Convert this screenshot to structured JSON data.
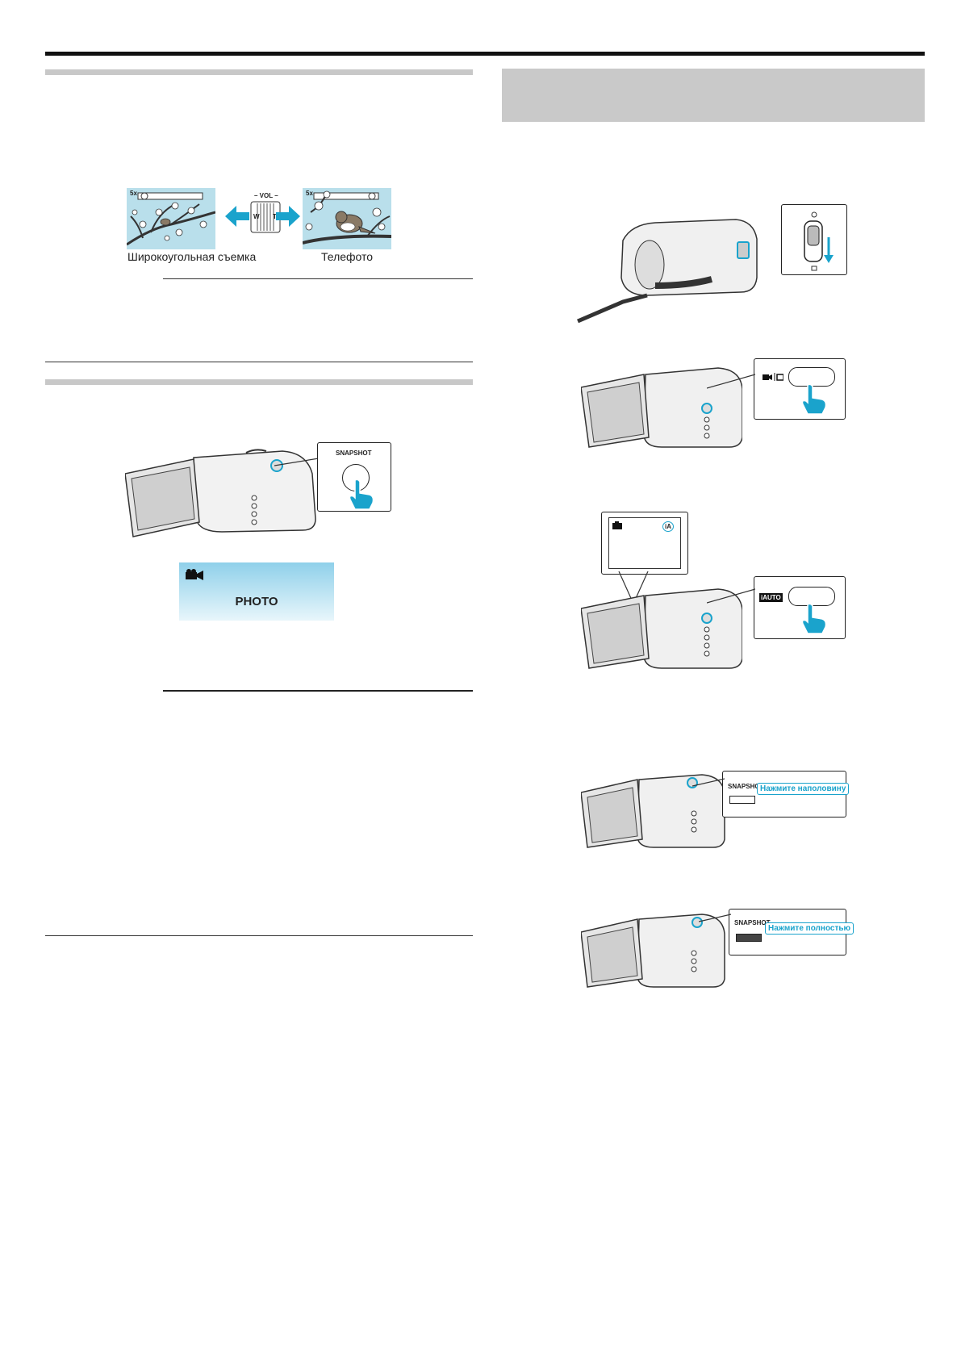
{
  "zoom_figure": {
    "wide_label": "Широкоугольная съемка",
    "tele_label": "Телефото",
    "lever_vol": "– VOL –",
    "lever_w": "W",
    "lever_t": "T",
    "zoom_readout": "5x"
  },
  "snapshot_figure": {
    "button_label": "SNAPSHOT"
  },
  "photo_screen": {
    "text": "PHOTO"
  },
  "right_figures": {
    "auto_button_label": "iAUTO",
    "lcd_mode_badge": "iA",
    "half_press_label": "SNAPSHOT",
    "half_press_tag": "Нажмите наполовину",
    "full_press_label": "SNAPSHOT",
    "full_press_tag": "Нажмите полностью"
  },
  "colors": {
    "accent": "#1aa3cc",
    "band": "#c9c9c9"
  }
}
